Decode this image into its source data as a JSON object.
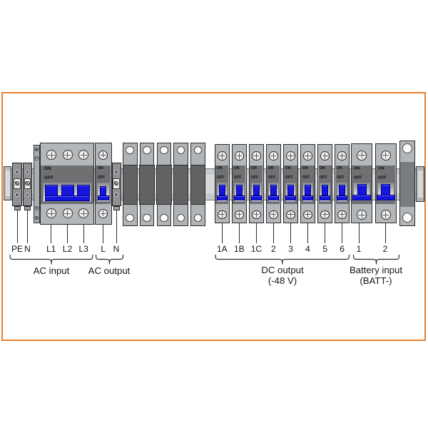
{
  "figure": {
    "type": "electrical-panel-breaker-diagram",
    "background": "#FFFFFF"
  },
  "frame": {
    "color": "#E8812E"
  },
  "switch": {
    "on": "ON",
    "off": "OFF"
  },
  "labels": {
    "ac_input": [
      "PE",
      "N",
      "L1",
      "L2",
      "L3"
    ],
    "ac_output": [
      "L",
      "N"
    ],
    "dc_output": [
      "1A",
      "1B",
      "1C",
      "2",
      "3",
      "4",
      "5",
      "6"
    ],
    "battery_input": [
      "1",
      "2"
    ]
  },
  "groups": [
    {
      "id": "ac-input",
      "caption": [
        "AC input"
      ]
    },
    {
      "id": "ac-output",
      "caption": [
        "AC output"
      ]
    },
    {
      "id": "dc-output",
      "caption": [
        "DC output",
        "(-48 V)"
      ]
    },
    {
      "id": "battery-input",
      "caption": [
        "Battery input",
        "(BATT-)"
      ]
    }
  ],
  "colors": {
    "module_light": "#B4B7BA",
    "module_dark": "#6E7072",
    "spacer_dark": "#606264",
    "terminal_gray": "#8F9194",
    "rail": "#C7CACD",
    "handle_blue": "#1515DE",
    "outline": "#2A2A2A",
    "text": "#111111"
  }
}
